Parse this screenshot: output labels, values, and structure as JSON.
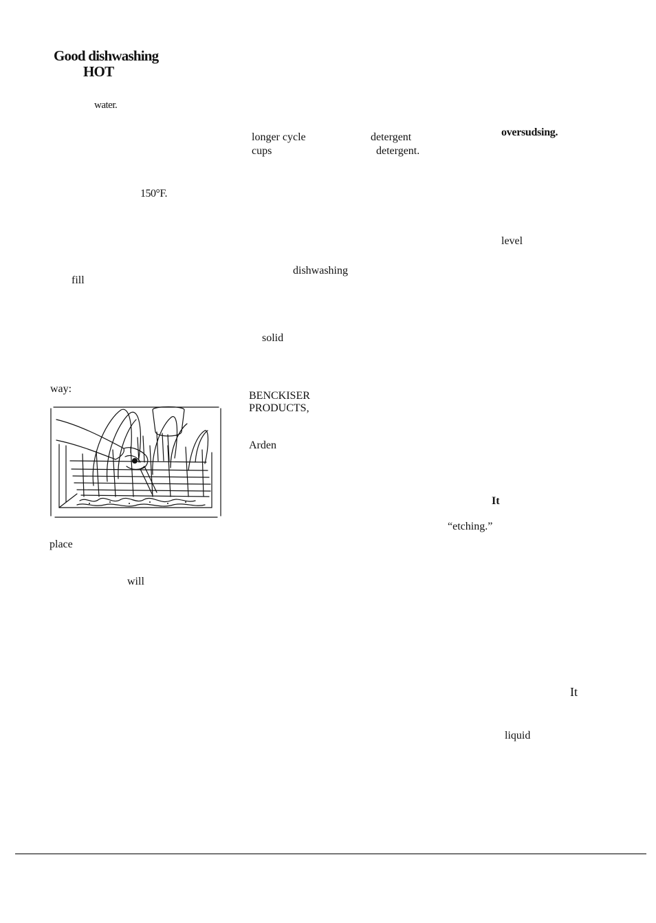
{
  "heading": {
    "line1": "Good dishwashing",
    "line2": "HOT"
  },
  "col1": {
    "water": "water.",
    "temp": "150°F.",
    "fill": "fill",
    "way": "way:",
    "place": "place",
    "will": "will"
  },
  "col2": {
    "longer_cycle": "longer cycle",
    "detergent1": "detergent",
    "cups": "cups",
    "detergent2": "detergent.",
    "dishwashing": "dishwashing",
    "solid": "solid",
    "benckiser": "BENCKISER",
    "products": "PRODUCTS,",
    "arden": "Arden"
  },
  "col3": {
    "oversudsing": "oversudsing.",
    "level": "level",
    "it1": "It",
    "etching": "“etching.”",
    "it2": "It",
    "liquid": "liquid"
  },
  "figure": {
    "description_icon": "hand-loading-dishwasher-rack-illustration"
  }
}
